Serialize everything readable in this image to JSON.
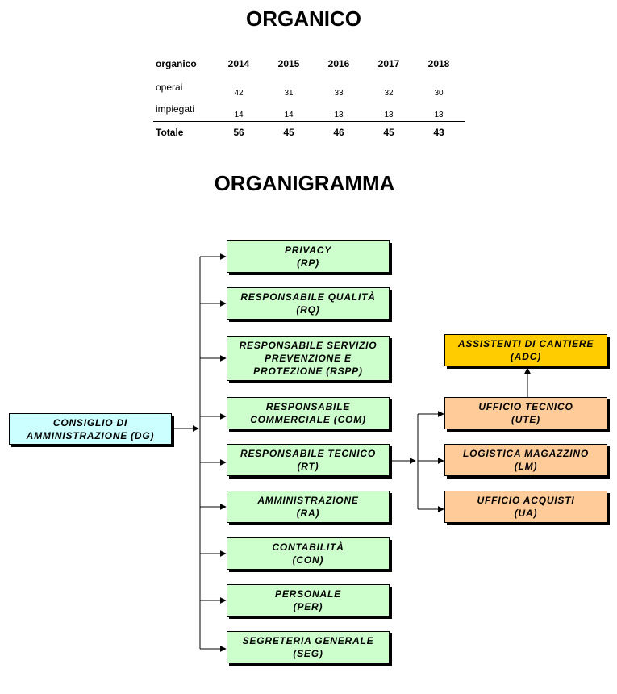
{
  "organico": {
    "title": "ORGANICO",
    "header_label": "organico",
    "years": [
      "2014",
      "2015",
      "2016",
      "2017",
      "2018"
    ],
    "rows": [
      {
        "label": "operai",
        "values": [
          "42",
          "31",
          "33",
          "32",
          "30"
        ]
      },
      {
        "label": "impiegati",
        "values": [
          "14",
          "14",
          "13",
          "13",
          "13"
        ]
      }
    ],
    "total": {
      "label": "Totale",
      "values": [
        "56",
        "45",
        "46",
        "45",
        "43"
      ]
    }
  },
  "organigramma": {
    "title": "ORGANIGRAMMA",
    "root": "CONSIGLIO DI\nAMMINISTRAZIONE (DG)",
    "branches": [
      "PRIVACY\n(RP)",
      "RESPONSABILE QUALITÀ\n(RQ)",
      "RESPONSABILE SERVIZIO\nPREVENZIONE E\nPROTEZIONE (RSPP)",
      "RESPONSABILE\nCOMMERCIALE (COM)",
      "RESPONSABILE TECNICO\n(RT)",
      "AMMINISTRAZIONE\n(RA)",
      "CONTABILITÀ\n(CON)",
      "PERSONALE\n(PER)",
      "SEGRETERIA GENERALE\n(SEG)"
    ],
    "tecnico_children": [
      "UFFICIO TECNICO\n(UTE)",
      "LOGISTICA MAGAZZINO\n(LM)",
      "UFFICIO ACQUISTI\n(UA)"
    ],
    "ute_child": "ASSISTENTI DI CANTIERE\n(ADC)"
  },
  "colors": {
    "branch_fill": "#ccffcc",
    "root_fill": "#ccffff",
    "office_fill": "#ffcc99",
    "site_fill": "#ffcc00"
  }
}
